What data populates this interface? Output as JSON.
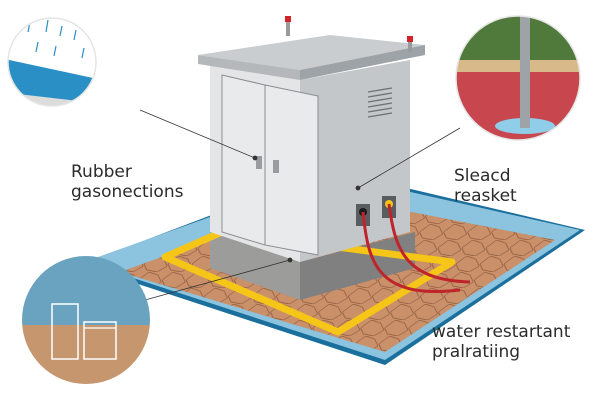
{
  "diagram": {
    "subject": "outdoor electrical cabinet on waterproof pad",
    "labels": {
      "rubber": {
        "line1": "Rubber",
        "line2": "gasonections"
      },
      "sealed": {
        "line1": "Sleacd",
        "line2": "reasket"
      },
      "water": {
        "line1": "water restartant",
        "line2": "pralratiing"
      }
    },
    "callouts": [
      {
        "id": "rain-membrane",
        "depicts": "rain falling on blue waterproof membrane"
      },
      {
        "id": "ground-post",
        "depicts": "post in red soil with water pooling, trees behind"
      },
      {
        "id": "containers",
        "depicts": "two container outlines on blue and tan background"
      }
    ],
    "colors": {
      "membrane_blue": "#2a8fc4",
      "membrane_light": "#8cc4e0",
      "pad_tan": "#c9906a",
      "gasket_yellow": "#f5c518",
      "cable_red": "#c0242b",
      "cabinet_gray": "#d9dbdc",
      "soil_red": "#c8474f",
      "text": "#2b2b2b"
    }
  }
}
